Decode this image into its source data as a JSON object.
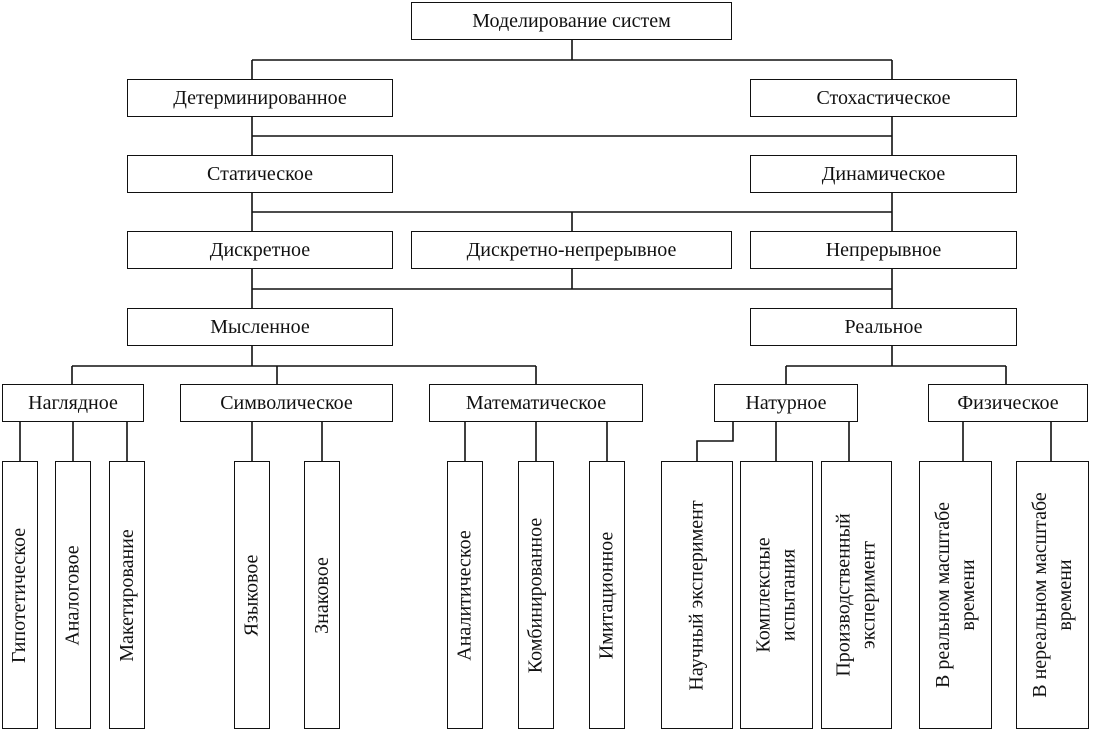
{
  "diagram": {
    "root": "Моделирование систем",
    "deterministic": "Детерминированное",
    "stochastic": "Стохастическое",
    "static": "Статическое",
    "dynamic": "Динамическое",
    "discrete": "Дискретное",
    "discrete_continuous": "Дискретно-непрерывное",
    "continuous": "Непрерывное",
    "mental": "Мысленное",
    "real": "Реальное",
    "visual": "Наглядное",
    "symbolic": "Символическое",
    "mathematical": "Математическое",
    "full_scale": "Натурное",
    "physical": "Физическое",
    "hypothetical": "Гипотетическое",
    "analog": "Аналоговое",
    "mockup": "Макетирование",
    "language": "Языковое",
    "sign": "Знаковое",
    "analytical": "Аналитическое",
    "combined": "Комбинированное",
    "simulation": "Имитационное",
    "sci_exp_1": "Научный эксперимент",
    "complex_1": "Комплексные",
    "complex_2": "испытания",
    "prod_1": "Производственный",
    "prod_2": "эксперимент",
    "realtime_1": "В реальном масштабе",
    "realtime_2": "времени",
    "nonrealtime_1": "В нереальном масштабе",
    "nonrealtime_2": "времени"
  }
}
